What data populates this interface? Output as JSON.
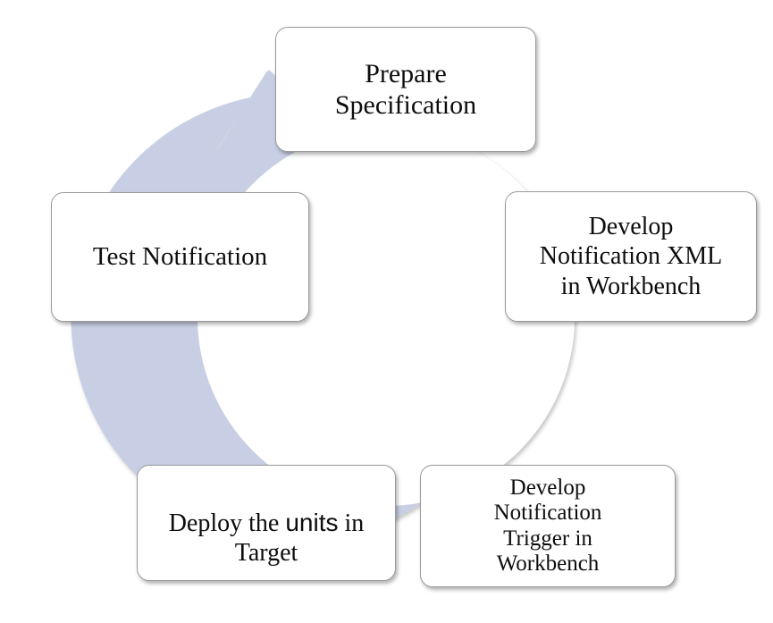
{
  "diagram": {
    "type": "cycle",
    "title": "",
    "direction": "clockwise",
    "ring": {
      "name": "circular-arrow-ring",
      "fill_color": "#c8cfe4",
      "arrow_head": "up-right",
      "arrow_points_to": "Prepare Specification"
    },
    "node_style": {
      "fill_color": "#ffffff",
      "border_color": "#9a9a9a",
      "text_color": "#0d0d0d"
    },
    "nodes": [
      {
        "id": "prepare-specification",
        "order": 1,
        "label": "Prepare\nSpecification",
        "position": "top"
      },
      {
        "id": "develop-notification-xml",
        "order": 2,
        "label": "Develop\nNotification XML\nin Workbench",
        "position": "right"
      },
      {
        "id": "develop-notification-trigger",
        "order": 3,
        "label": "Develop\nNotification\nTrigger in\nWorkbench",
        "position": "bottom-right"
      },
      {
        "id": "deploy-units",
        "order": 4,
        "label_parts": {
          "before": "Deploy the ",
          "emphasis": "units",
          "after": " in\nTarget"
        },
        "label": "Deploy the units in\nTarget",
        "position": "bottom-left"
      },
      {
        "id": "test-notification",
        "order": 5,
        "label": "Test Notification",
        "position": "left"
      }
    ]
  }
}
